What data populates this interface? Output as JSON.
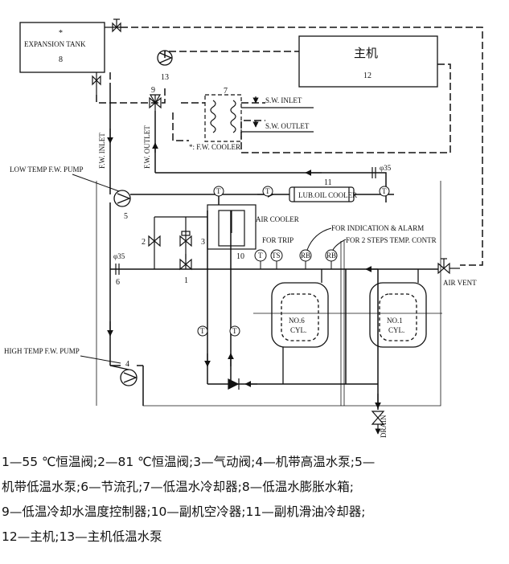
{
  "diagram": {
    "expansion_tank": {
      "mark": "*",
      "label": "EXPANSION TANK",
      "number": "8"
    },
    "main_engine": {
      "label": "主机",
      "number": "12"
    },
    "labels": {
      "pump13": "13",
      "valve9": "9",
      "cooler7": "7",
      "sw_inlet": "S.W. INLET",
      "sw_outlet": "S.W. OUTLET",
      "fw_cooler": "*: F.W. COOLER",
      "fw_inlet": "F.W. INLET",
      "fw_outlet": "F.W. OUTLET",
      "low_temp_pump": "LOW TEMP F.W. PUMP",
      "pump5": "5",
      "orifice_top": "φ35",
      "lub_cooler": "LUB.OIL COOLER",
      "n11": "11",
      "air_cooler": "AIR COOLER",
      "n10": "10",
      "n2": "2",
      "n3": "3",
      "n1": "1",
      "orifice_left": "φ35",
      "n6": "6",
      "for_indication": "FOR INDICATION & ALARM",
      "for_trip": "FOR TRIP",
      "for_2steps": "FOR 2 STEPS TEMP. CONTR",
      "air_vent": "AIR VENT",
      "cyl6_a": "NO.6",
      "cyl6_b": "CYL.",
      "cyl1_a": "NO.1",
      "cyl1_b": "CYL.",
      "high_temp_pump": "HIGH TEMP F.W. PUMP",
      "pump4": "4",
      "drain": "DRAIN",
      "gauge_t": "T",
      "gauge_ts": "TS",
      "gauge_rb": "RB"
    }
  },
  "legend": [
    "1—55 ℃恒温阀;2—81 ℃恒温阀;3—气动阀;4—机带高温水泵;5—",
    "机带低温水泵;6—节流孔;7—低温水冷却器;8—低温水膨胀水箱;",
    "9—低温冷却水温度控制器;10—副机空冷器;11—副机滑油冷却器;",
    "12—主机;13—主机低温水泵"
  ]
}
